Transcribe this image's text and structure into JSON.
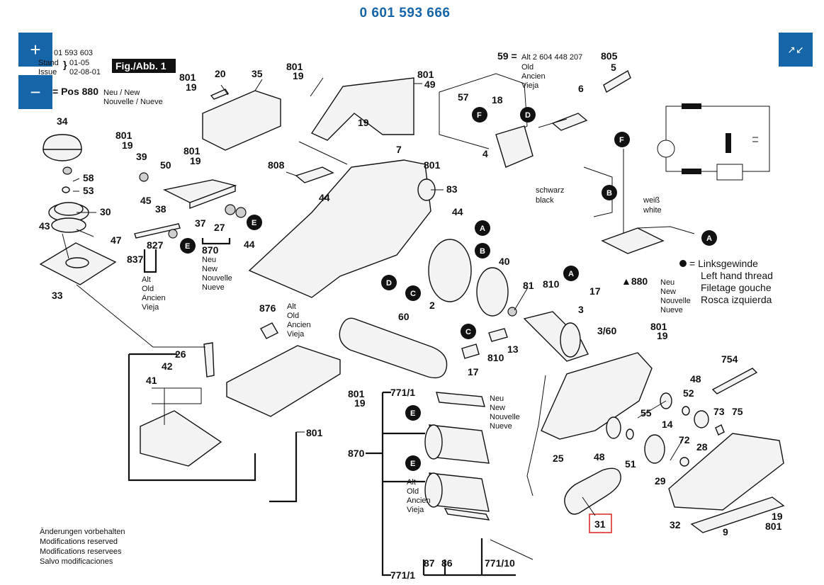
{
  "title": "0 601 593 666",
  "accent": "#1565a8",
  "controls": {
    "zoom_in": "+",
    "zoom_out": "−",
    "fullscreen": "↗↙"
  },
  "header": {
    "code": "01 593 603",
    "stand_label": "Stand",
    "stand_value": "01-05",
    "issue_label": "Issue",
    "issue_value": "02-08-01",
    "fig": "Fig./Abb. 1",
    "pos_prefix": "= Pos 880",
    "pos_line1": "Neu / New",
    "pos_line2": "Nouvelle / Nueve"
  },
  "legend": {
    "dot_text": "= Linksgewinde",
    "line2": "Left hand thread",
    "line3": "Filetage gouche",
    "line4": "Rosca izquierda"
  },
  "note59": {
    "ref": "59 =",
    "alt": "Alt 2 604 448 207",
    "l2": "Old",
    "l3": "Ancien",
    "l4": "Vieja"
  },
  "alt_block": [
    "Alt",
    "Old",
    "Ancien",
    "Vieja"
  ],
  "neu_block": [
    "Neu",
    "New",
    "Nouvelle",
    "Nueve"
  ],
  "wire_labels": {
    "schwarz": "schwarz",
    "black": "black",
    "weiss": "weiß",
    "white": "white"
  },
  "footer": [
    "Änderungen vorbehalten",
    "Modifications reserved",
    "Modifications reservees",
    "Salvo modificaciones"
  ],
  "highlight": {
    "part": "31",
    "color": "#d9342b"
  },
  "callout_letters": [
    "A",
    "B",
    "C",
    "D",
    "E",
    "F"
  ],
  "parts": {
    "p20": "20",
    "p35": "35",
    "p801a": "801",
    "p19a": "19",
    "p34": "34",
    "p58": "58",
    "p53": "53",
    "p30": "30",
    "p43": "43",
    "p47": "47",
    "p33": "33",
    "p801b": "801",
    "p19b": "19",
    "p39": "39",
    "p50": "50",
    "p45": "45",
    "p38": "38",
    "p801c": "801",
    "p19c": "19",
    "p37": "37",
    "p27": "27",
    "p827": "827",
    "p837": "837",
    "p870a": "870",
    "p801d": "801",
    "p19d": "19",
    "p801e": "801",
    "p49": "49",
    "p19e": "19",
    "p7": "7",
    "p808": "808",
    "p801f": "801",
    "p44a": "44",
    "p83": "83",
    "p44b": "44",
    "p44c": "44",
    "p876": "876",
    "p26": "26",
    "p42": "42",
    "p41": "41",
    "p801g": "801",
    "p19f": "19",
    "p801h": "801",
    "p60": "60",
    "p2": "2",
    "p40": "40",
    "p17a": "17",
    "p810a": "810",
    "p13": "13",
    "p81": "81",
    "p810b": "810",
    "p17b": "17",
    "p3": "3",
    "p360": "3/60",
    "p801i": "801",
    "p19g": "19",
    "p59": "59",
    "p805": "805",
    "p5": "5",
    "p6": "6",
    "p57": "57",
    "p18": "18",
    "p4": "4",
    "p880": "▲880",
    "p771a": "771/1",
    "p870b": "870",
    "p771b": "771/1",
    "p87": "87",
    "p86": "86",
    "p77110": "771/10",
    "p48a": "48",
    "p52": "52",
    "p55": "55",
    "p14": "14",
    "p48b": "48",
    "p25": "25",
    "p51": "51",
    "p29": "29",
    "p72": "72",
    "p28": "28",
    "p73": "73",
    "p75": "75",
    "p754": "754",
    "p32": "32",
    "p9": "9",
    "p19h": "19",
    "p801j": "801"
  }
}
